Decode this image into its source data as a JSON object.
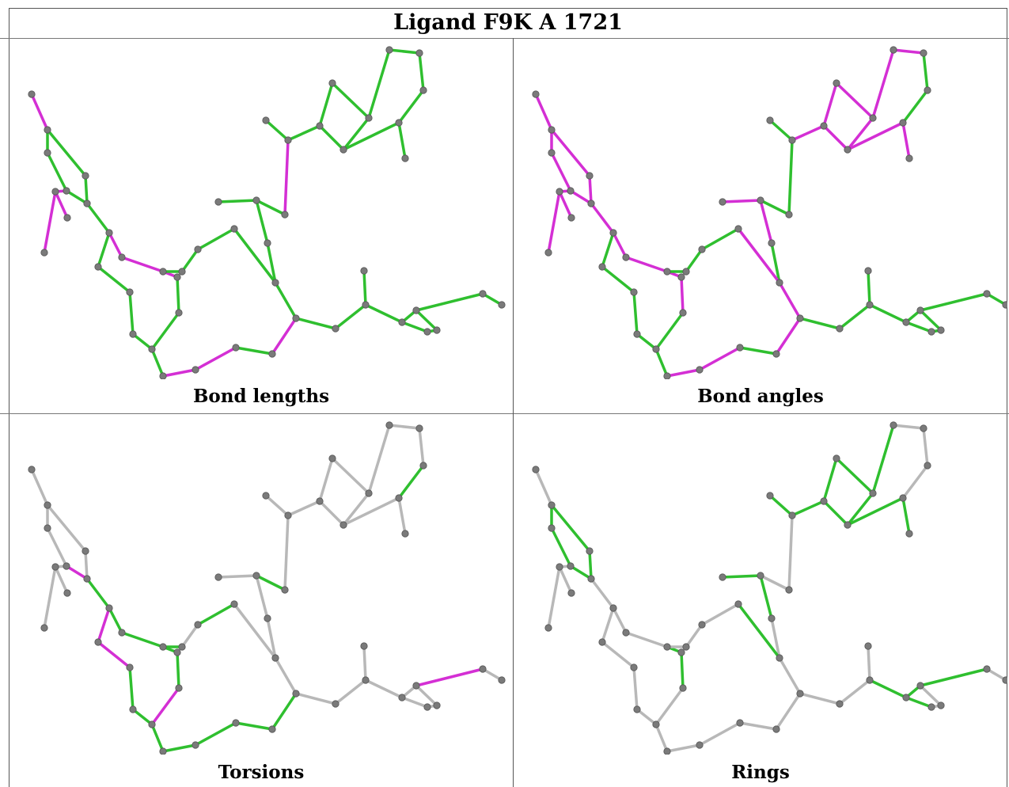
{
  "title": "Ligand F9K A 1721",
  "panels": [
    {
      "id": "bond-lengths",
      "caption": "Bond lengths"
    },
    {
      "id": "bond-angles",
      "caption": "Bond angles"
    },
    {
      "id": "torsions",
      "caption": "Torsions"
    },
    {
      "id": "rings",
      "caption": "Rings"
    }
  ],
  "colors": {
    "ok_green": "#2fbf2f",
    "outlier_magenta": "#d42fd4",
    "neutral_gray": "#b8b8b8",
    "atom_gray": "#7a7a7a"
  }
}
